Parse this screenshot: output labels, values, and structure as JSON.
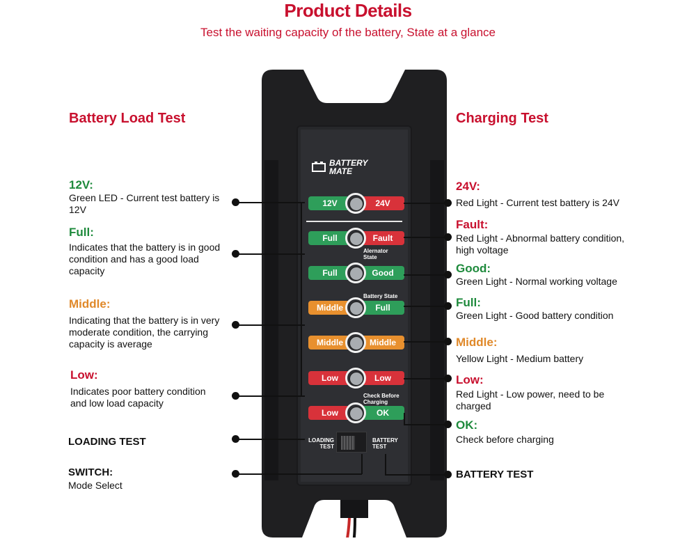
{
  "header": {
    "title": "Product Details",
    "subtitle": "Test the waiting capacity of the battery, State at a glance"
  },
  "left": {
    "heading": "Battery Load Test",
    "items": [
      {
        "label": "12V:",
        "color": "#1e8a3c",
        "desc": "Green LED - Current test battery is 12V"
      },
      {
        "label": "Full:",
        "color": "#1e8a3c",
        "desc": "Indicates that the battery is in good condition and has a good load capacity"
      },
      {
        "label": "Middle:",
        "color": "#e0892a",
        "desc": "Indicating that the battery is in very moderate condition, the carrying capacity is average"
      },
      {
        "label": "Low:",
        "color": "#c8102e",
        "desc": "Indicates poor battery condition and low load capacity"
      },
      {
        "label": "LOADING TEST",
        "color": "#111111",
        "desc": ""
      },
      {
        "label": "SWITCH:",
        "color": "#111111",
        "desc": "Mode Select"
      }
    ]
  },
  "right": {
    "heading": "Charging Test",
    "items": [
      {
        "label": "24V:",
        "color": "#c8102e",
        "desc": "Red Light - Current test battery is 24V"
      },
      {
        "label": "Fault:",
        "color": "#c8102e",
        "desc": "Red Light - Abnormal battery condition, high voltage"
      },
      {
        "label": "Good:",
        "color": "#1e8a3c",
        "desc": "Green Light - Normal working voltage"
      },
      {
        "label": "Full:",
        "color": "#1e8a3c",
        "desc": "Green Light - Good battery condition"
      },
      {
        "label": "Middle:",
        "color": "#e0892a",
        "desc": "Yellow Light - Medium battery"
      },
      {
        "label": "Low:",
        "color": "#c8102e",
        "desc": "Red Light - Low power, need to be charged"
      },
      {
        "label": "OK:",
        "color": "#1e8a3c",
        "desc": "Check before charging"
      },
      {
        "label": "BATTERY TEST",
        "color": "#111111",
        "desc": ""
      }
    ]
  },
  "device": {
    "brand_line1": "BATTERY",
    "brand_line2": "MATE",
    "rows": [
      {
        "left": "12V",
        "left_color": "green",
        "right": "24V",
        "right_color": "red"
      },
      {
        "left": "Full",
        "left_color": "green",
        "right": "Fault",
        "right_color": "red"
      },
      {
        "left": "Full",
        "left_color": "green",
        "right": "Good",
        "right_color": "green"
      },
      {
        "left": "Middle",
        "left_color": "orange",
        "right": "Full",
        "right_color": "green"
      },
      {
        "left": "Middle",
        "left_color": "orange",
        "right": "Middle",
        "right_color": "orange"
      },
      {
        "left": "Low",
        "left_color": "red",
        "right": "Low",
        "right_color": "red"
      },
      {
        "left": "Low",
        "left_color": "red",
        "right": "OK",
        "right_color": "green"
      }
    ],
    "captions": {
      "alternator_1": "Alernator",
      "alternator_2": "State",
      "battery_state": "Battery State",
      "check_1": "Check Before",
      "check_2": "Charging",
      "loading_1": "LOADING",
      "loading_2": "TEST",
      "battery_1": "BATTERY",
      "battery_2": "TEST"
    },
    "colors": {
      "green": "#2e9e5a",
      "red": "#d8323a",
      "orange": "#e8902e",
      "body": "#1f1f21"
    }
  }
}
